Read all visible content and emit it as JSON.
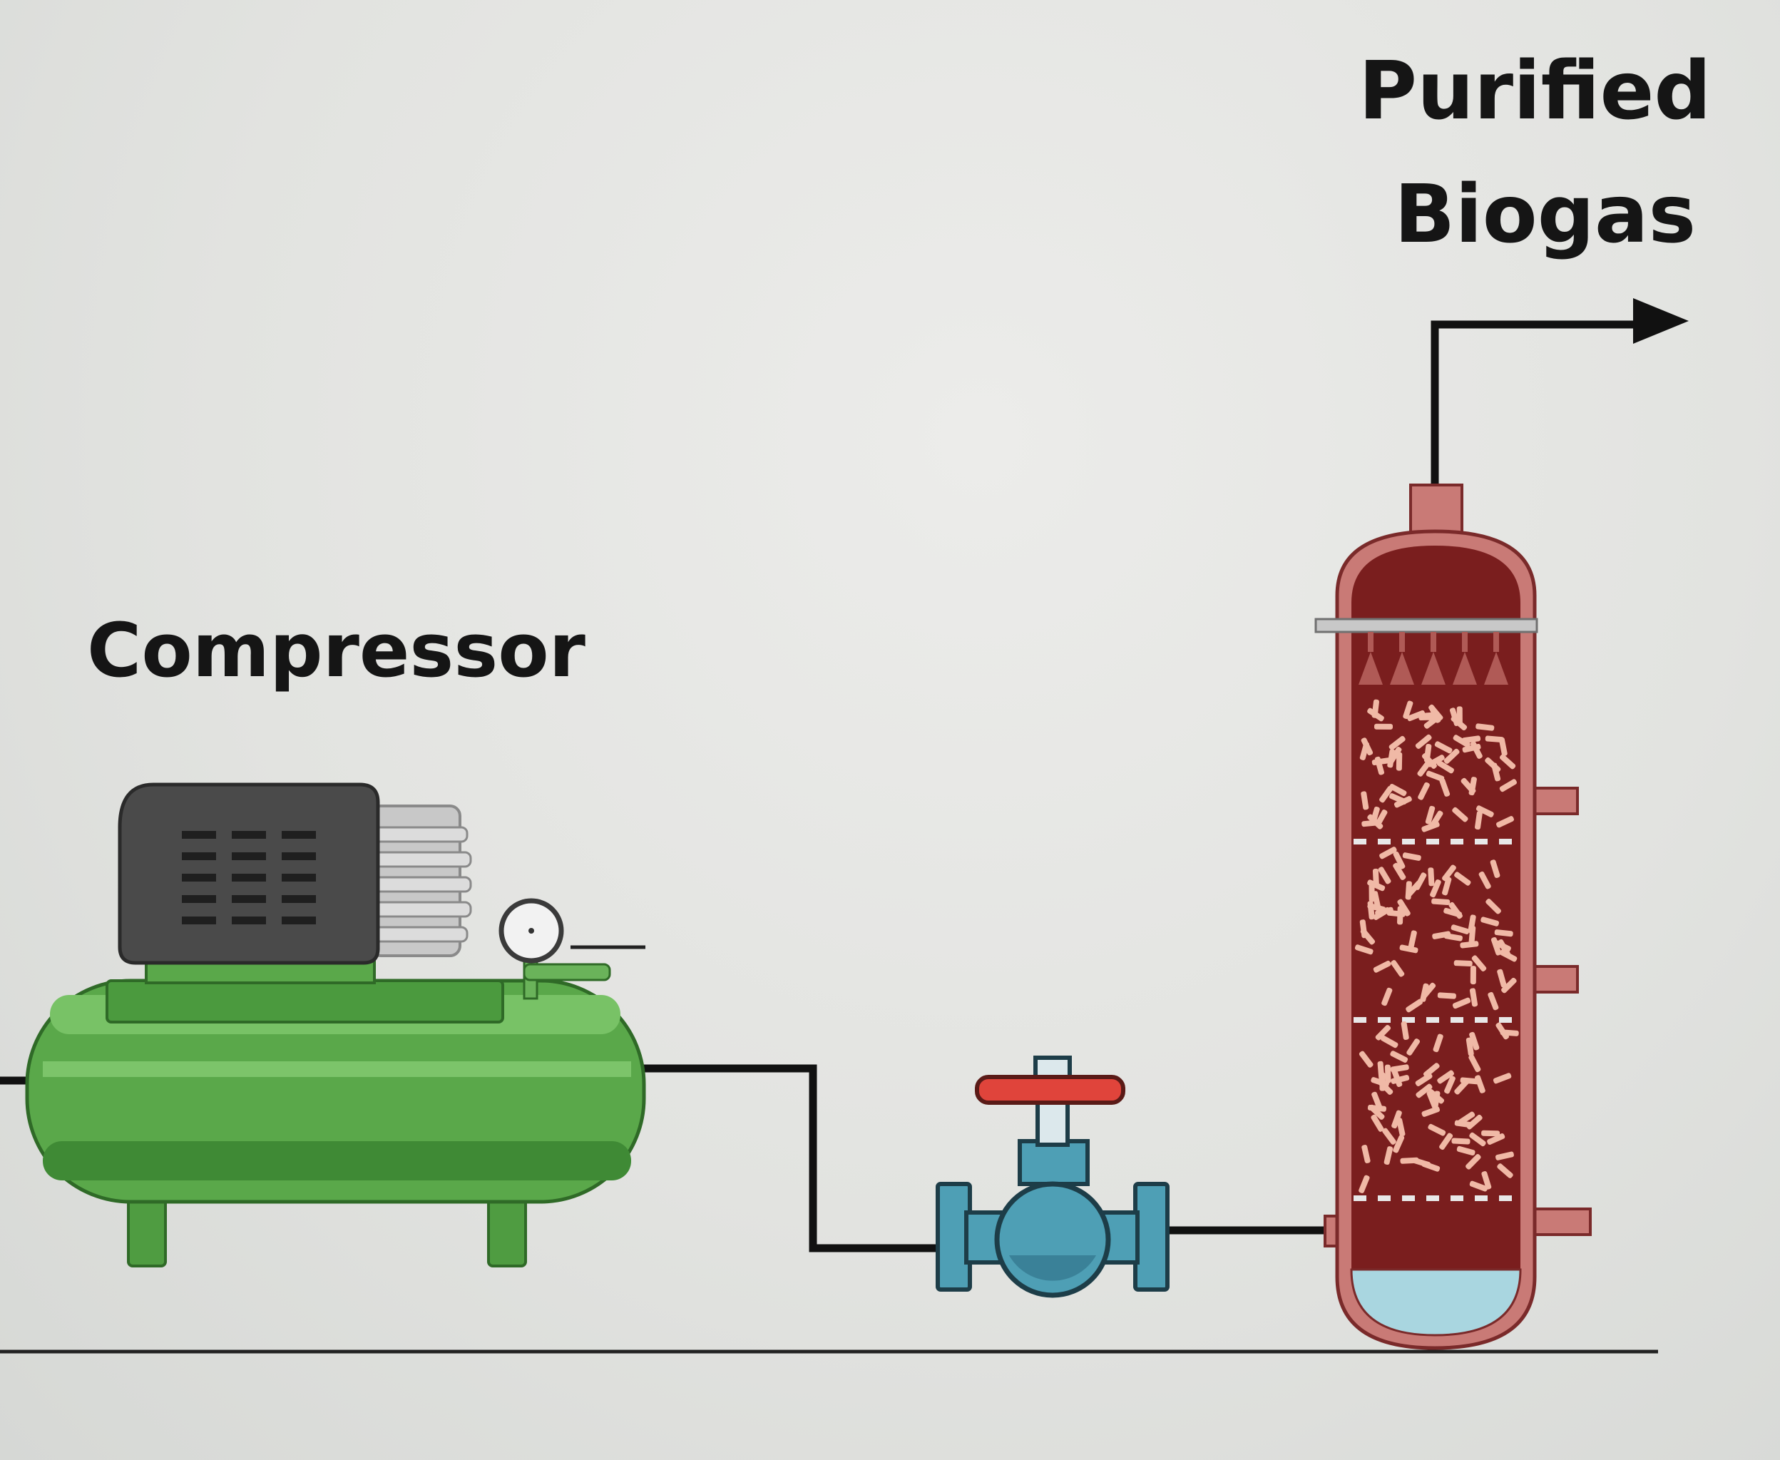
{
  "labels": {
    "compressor": "Compressor",
    "output_line1": "Purified",
    "output_line2": "Biogas"
  },
  "colors": {
    "background": "#e4e4e1",
    "compressor_tank": "#5aa84a",
    "compressor_tank_dark": "#3f8a35",
    "motor_housing": "#4a4a4a",
    "valve_body": "#4e9fb5",
    "valve_handle": "#e0443b",
    "column_shell": "#c97a76",
    "column_interior": "#7a1e1e",
    "packing": "#f0b9a6",
    "liquid": "#a9d6e0",
    "pipe": "#111111"
  },
  "icons": [
    "compressor-icon",
    "pressure-gauge-icon",
    "valve-icon",
    "absorption-column-icon",
    "arrow-right-icon"
  ]
}
